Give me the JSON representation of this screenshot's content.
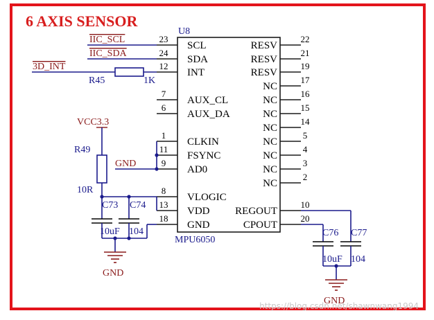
{
  "title": "6 AXIS SENSOR",
  "colors": {
    "border": "#e3141b",
    "title": "#d81e1e",
    "wire": "#1a1a8c",
    "net_label": "#8a1a1a",
    "text": "#000000"
  },
  "chip": {
    "ref": "U8",
    "part": "MPU6050"
  },
  "left_pins": [
    {
      "num": "23",
      "name": "SCL"
    },
    {
      "num": "24",
      "name": "SDA"
    },
    {
      "num": "12",
      "name": "INT"
    },
    {
      "num": "7",
      "name": "AUX_CL"
    },
    {
      "num": "6",
      "name": "AUX_DA"
    },
    {
      "num": "1",
      "name": "CLKIN"
    },
    {
      "num": "11",
      "name": "FSYNC"
    },
    {
      "num": "9",
      "name": "AD0"
    },
    {
      "num": "8",
      "name": "VLOGIC"
    },
    {
      "num": "13",
      "name": "VDD"
    },
    {
      "num": "18",
      "name": "GND"
    }
  ],
  "right_pins": [
    {
      "num": "22",
      "name": "RESV"
    },
    {
      "num": "21",
      "name": "RESV"
    },
    {
      "num": "19",
      "name": "RESV"
    },
    {
      "num": "17",
      "name": "NC"
    },
    {
      "num": "16",
      "name": "NC"
    },
    {
      "num": "15",
      "name": "NC"
    },
    {
      "num": "14",
      "name": "NC"
    },
    {
      "num": "5",
      "name": "NC"
    },
    {
      "num": "4",
      "name": "NC"
    },
    {
      "num": "3",
      "name": "NC"
    },
    {
      "num": "2",
      "name": "NC"
    },
    {
      "num": "10",
      "name": "REGOUT"
    },
    {
      "num": "20",
      "name": "CPOUT"
    }
  ],
  "nets": {
    "scl": "IIC_SCL",
    "sda": "IIC_SDA",
    "int": "3D_INT",
    "vcc": "VCC3.3",
    "gnd": "GND"
  },
  "components": {
    "r45": {
      "ref": "R45",
      "value": "1K"
    },
    "r49": {
      "ref": "R49",
      "value": "10R"
    },
    "c73": {
      "ref": "C73",
      "value": "10uF"
    },
    "c74": {
      "ref": "C74",
      "value": "104"
    },
    "c76": {
      "ref": "C76",
      "value": "10uF"
    },
    "c77": {
      "ref": "C77",
      "value": "104"
    }
  },
  "watermark": "https://blog.csdn.net/shawnwang1994"
}
